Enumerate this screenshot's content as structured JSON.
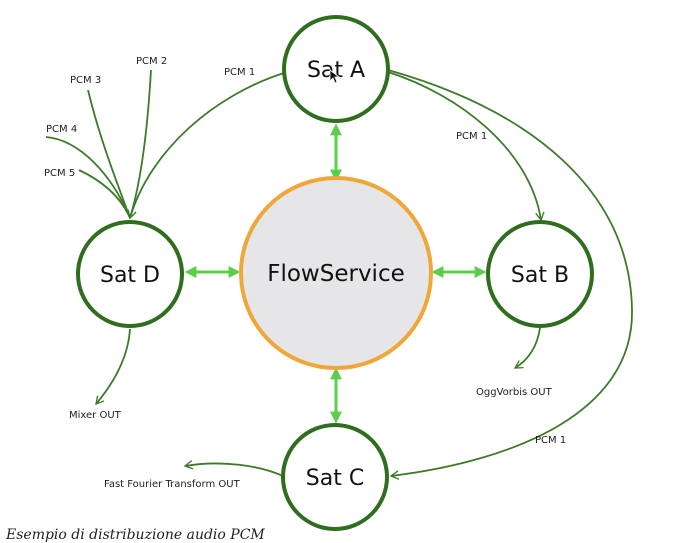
{
  "diagram": {
    "center": {
      "label": "FlowService"
    },
    "satellites": {
      "a": {
        "label": "Sat A"
      },
      "b": {
        "label": "Sat B"
      },
      "c": {
        "label": "Sat C"
      },
      "d": {
        "label": "Sat D"
      }
    },
    "edges": {
      "pcm1_top": "PCM 1",
      "pcm2": "PCM 2",
      "pcm3": "PCM 3",
      "pcm4": "PCM 4",
      "pcm5": "PCM 5",
      "pcm1_ab": "PCM 1",
      "pcm1_ac": "PCM 1",
      "ogg_out": "OggVorbis OUT",
      "mixer_out": "Mixer OUT",
      "fft_out": "Fast Fourier Transform OUT"
    },
    "colors": {
      "satellite_stroke": "#2f6e1f",
      "center_stroke": "#f0a73a",
      "center_fill": "#e6e6e8",
      "link_arrow": "#5ccf4a",
      "flow_line": "#3d7a2a"
    }
  },
  "caption": "Esempio di distribuzione audio PCM"
}
